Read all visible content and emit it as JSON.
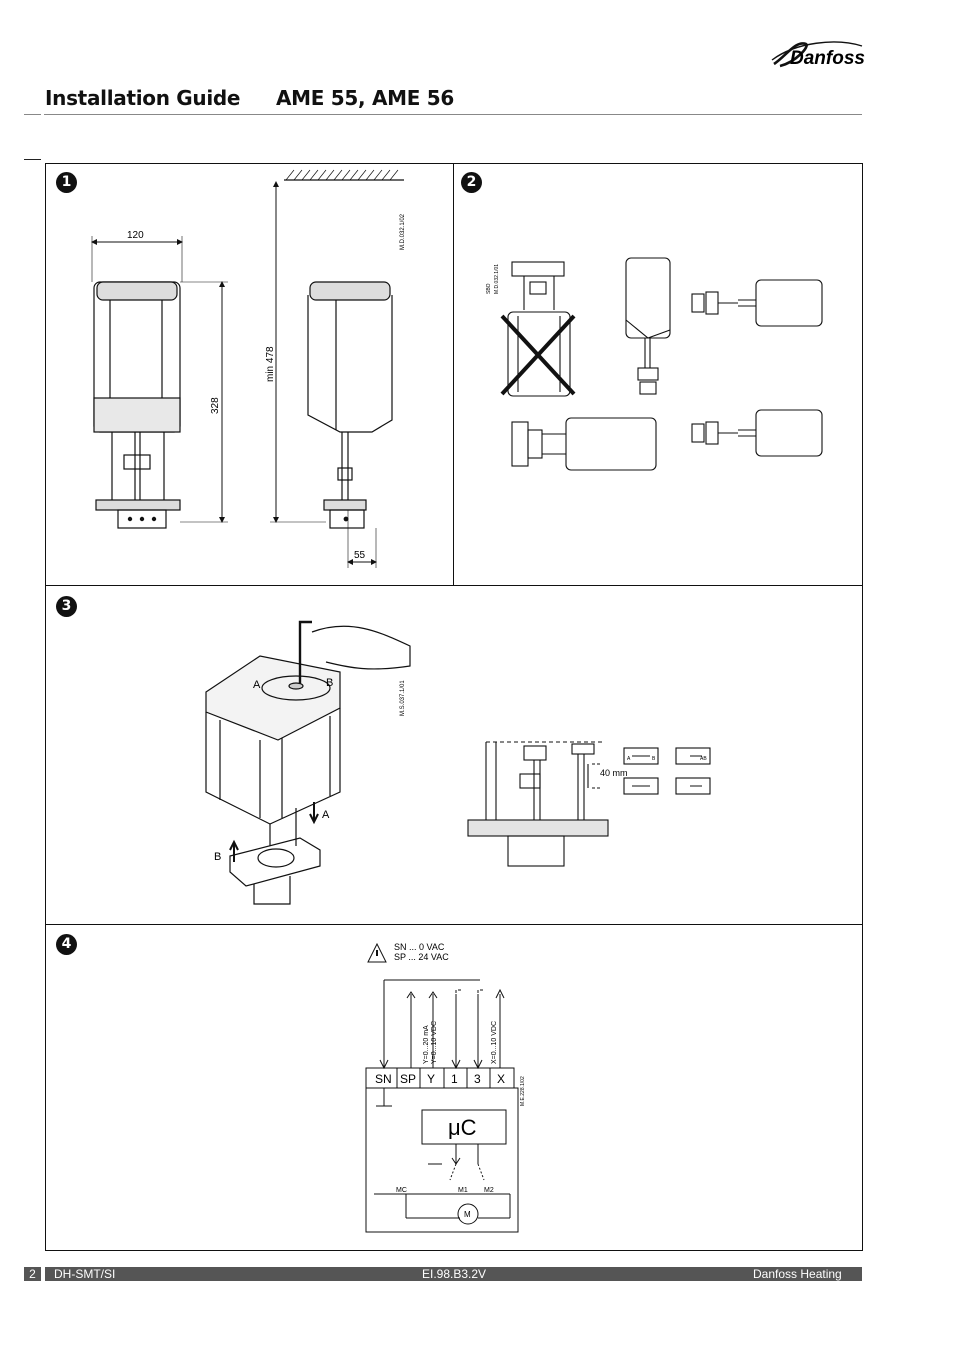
{
  "header": {
    "brand": "Danfoss",
    "guide_title": "Installation Guide",
    "product_title": "AME 55, AME 56"
  },
  "sections": [
    {
      "number": "1",
      "code": "M.D.032.1/02",
      "dims": {
        "width": "120",
        "height": "328",
        "min_height": "min 478",
        "offset": "55"
      }
    },
    {
      "number": "2",
      "code": "M.D.032.1/01",
      "code2": "SBO"
    },
    {
      "number": "3",
      "code": "M.S.037.1/01",
      "label_a": "A",
      "label_b": "B",
      "distance": "40 mm",
      "valve_labels": [
        "A",
        "B",
        "AB"
      ]
    },
    {
      "number": "4",
      "code": "M.E.228.1/02",
      "warning_lines": [
        "SN ... 0 VAC",
        "SP ... 24 VAC"
      ],
      "terminals": [
        "SN",
        "SP",
        "Y",
        "1",
        "3",
        "X"
      ],
      "signal_y_ma": "Y=0...20 mA",
      "signal_y_v": "Y=0...10 VDC",
      "signal_x": "X=0...10 VDC",
      "controller": "μC",
      "motor": "M",
      "contacts": [
        "MC",
        "M1",
        "M2"
      ]
    }
  ],
  "footer": {
    "page": "2",
    "doc": "DH-SMT/SI",
    "code": "EI.98.B3.2V",
    "company": "Danfoss Heating"
  }
}
